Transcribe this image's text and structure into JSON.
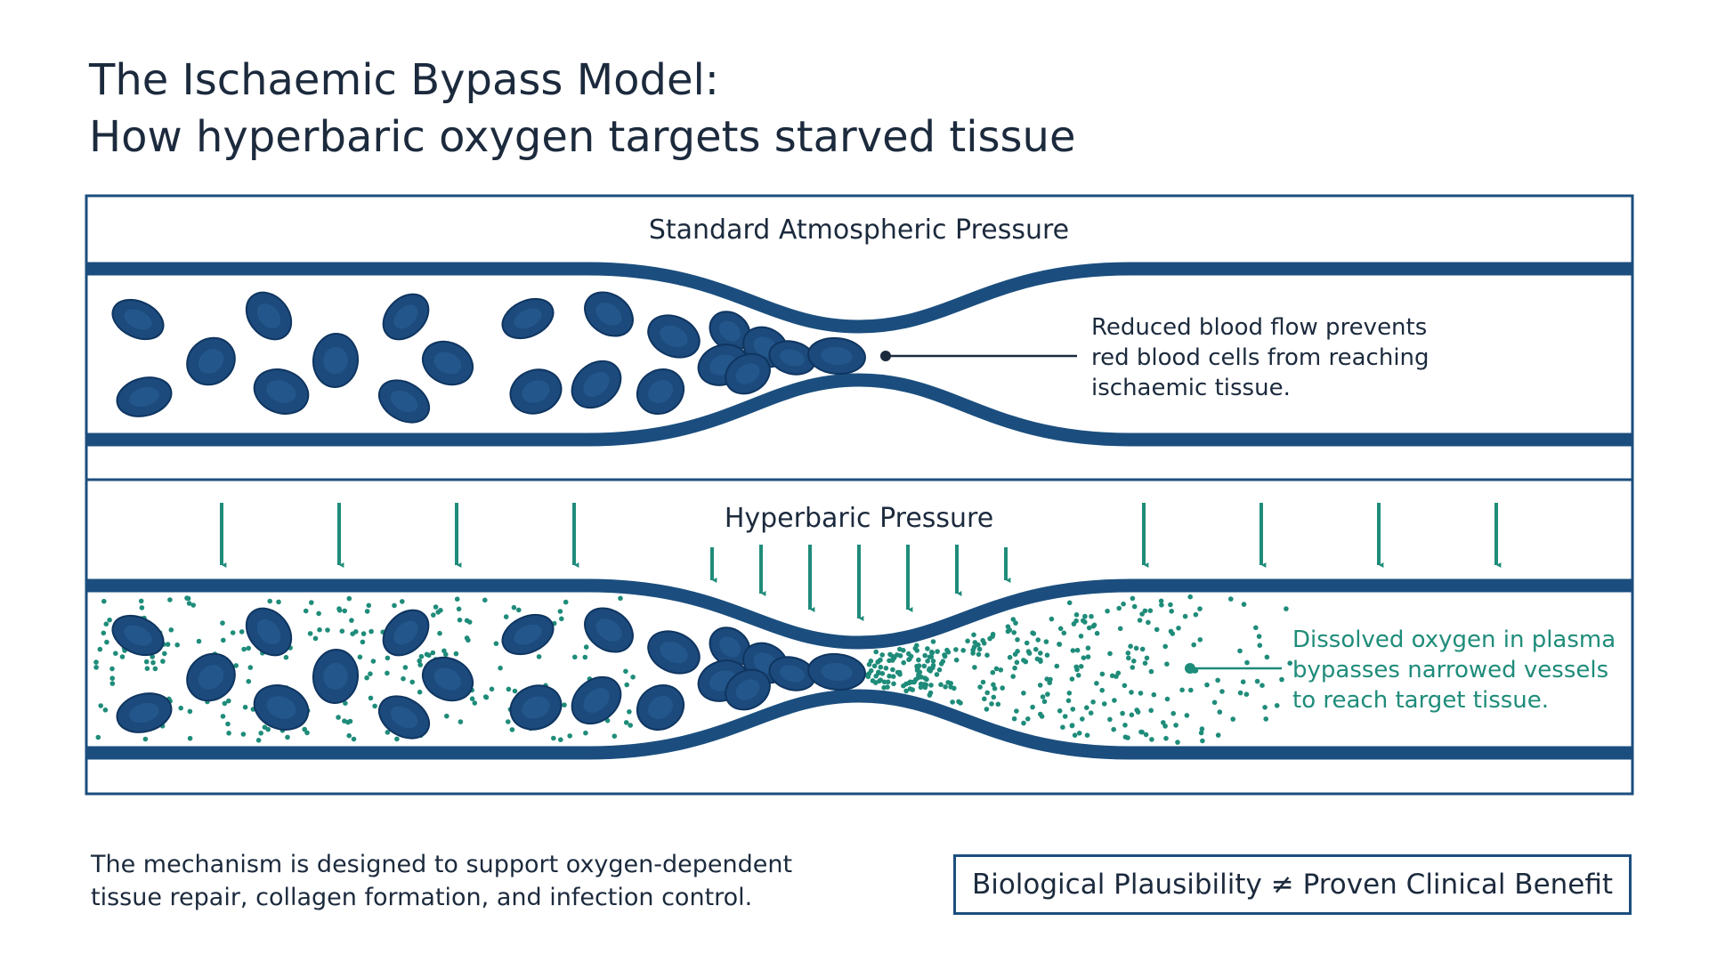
{
  "title": {
    "line1": "The Ischaemic Bypass Model:",
    "line2": "How hyperbaric oxygen targets starved tissue"
  },
  "panels": [
    {
      "label": "Standard Atmospheric Pressure",
      "annotation": [
        "Reduced blood flow prevents",
        "red blood cells from reaching",
        "ischaemic tissue."
      ]
    },
    {
      "label": "Hyperbaric Pressure",
      "annotation": [
        "Dissolved oxygen in plasma",
        "bypasses narrowed vessels",
        "to reach target tissue."
      ]
    }
  ],
  "footer": {
    "note_line1": "The mechanism is designed to support oxygen-dependent",
    "note_line2": "tissue repair, collagen formation, and infection control.",
    "callout": "Biological Plausibility ≠ Proven Clinical Benefit"
  },
  "colors": {
    "vessel": "#1b4e7e",
    "red_blood_cell": "#1c4a7c",
    "oxygen": "#1f8c7a",
    "text": "#1c2a3d"
  }
}
